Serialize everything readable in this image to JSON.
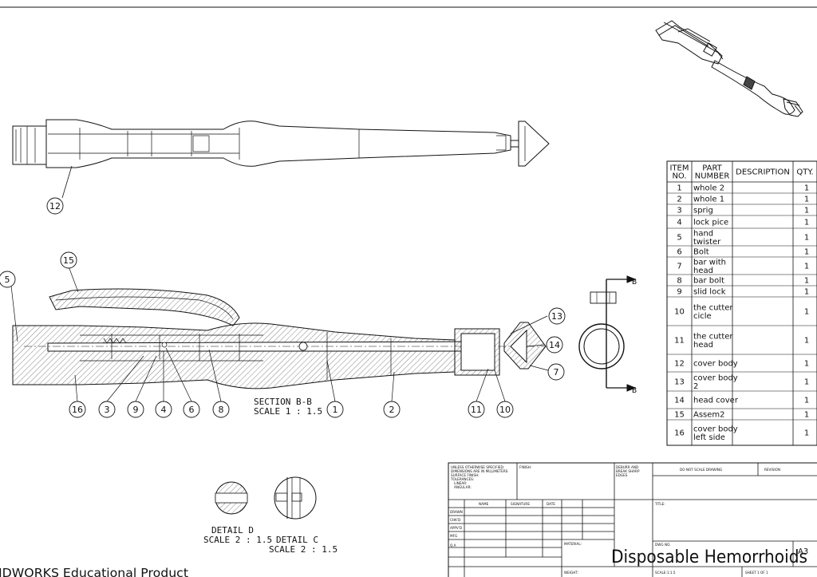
{
  "views": {
    "section_label": "SECTION B-B",
    "section_scale": "SCALE 1 : 1.5",
    "detail_d_label": "DETAIL D",
    "detail_d_scale": "SCALE 2 : 1.5",
    "detail_c_label": "DETAIL C",
    "detail_c_scale": "SCALE 2 : 1.5",
    "cut_arrow_label": "B"
  },
  "balloons": {
    "top_view": [
      "12"
    ],
    "section": [
      "15",
      "5",
      "13",
      "14",
      "7",
      "16",
      "3",
      "9",
      "4",
      "6",
      "8",
      "1",
      "2",
      "11",
      "10"
    ]
  },
  "bom": {
    "headers": [
      "ITEM NO.",
      "PART NUMBER",
      "DESCRIPTION",
      "QTY."
    ],
    "rows": [
      {
        "item": "1",
        "part": "whole 2",
        "qty": "1"
      },
      {
        "item": "2",
        "part": "whole 1",
        "qty": "1"
      },
      {
        "item": "3",
        "part": "sprig",
        "qty": "1"
      },
      {
        "item": "4",
        "part": "lock pice",
        "qty": "1"
      },
      {
        "item": "5",
        "part": "hand twister",
        "qty": "1"
      },
      {
        "item": "6",
        "part": "Bolt",
        "qty": "1"
      },
      {
        "item": "7",
        "part": "bar with head",
        "qty": "1"
      },
      {
        "item": "8",
        "part": "bar bolt",
        "qty": "1"
      },
      {
        "item": "9",
        "part": "slid lock",
        "qty": "1"
      },
      {
        "item": "10",
        "part": "the cutter cicle",
        "qty": "1"
      },
      {
        "item": "11",
        "part": "the cutter head",
        "qty": "1"
      },
      {
        "item": "12",
        "part": "cover body",
        "qty": "1"
      },
      {
        "item": "13",
        "part": "cover body 2",
        "qty": "1"
      },
      {
        "item": "14",
        "part": "head cover",
        "qty": "1"
      },
      {
        "item": "15",
        "part": "Assem2",
        "qty": "1"
      },
      {
        "item": "16",
        "part": "cover body left side",
        "qty": "1"
      }
    ]
  },
  "title_block": {
    "notes": [
      "UNLESS OTHERWISE SPECIFIED:",
      "DIMENSIONS ARE IN MILLIMETERS",
      "SURFACE FINISH:",
      "TOLERANCES:",
      "LINEAR:",
      "ANGULAR:"
    ],
    "finish": "FINISH:",
    "deburr": [
      "DEBURR AND",
      "BREAK SHARP",
      "EDGES"
    ],
    "do_not_scale": "DO NOT SCALE DRAWING",
    "revision": "REVISION",
    "col_name": "NAME",
    "col_signature": "SIGNATURE",
    "col_date": "DATE",
    "rows": [
      "DRAWN",
      "CHK'D",
      "APPV'D",
      "MFG",
      "Q.A"
    ],
    "title_label": "TITLE:",
    "material": "MATERIAL:",
    "weight": "WEIGHT:",
    "dwg_no": "DWG NO.",
    "drawing_title": "Disposable Hemorrhoids",
    "size": "A3",
    "scale": "SCALE:1:1.5",
    "sheet": "SHEET 1 OF 1"
  },
  "watermark": "IDWORKS Educational Product"
}
